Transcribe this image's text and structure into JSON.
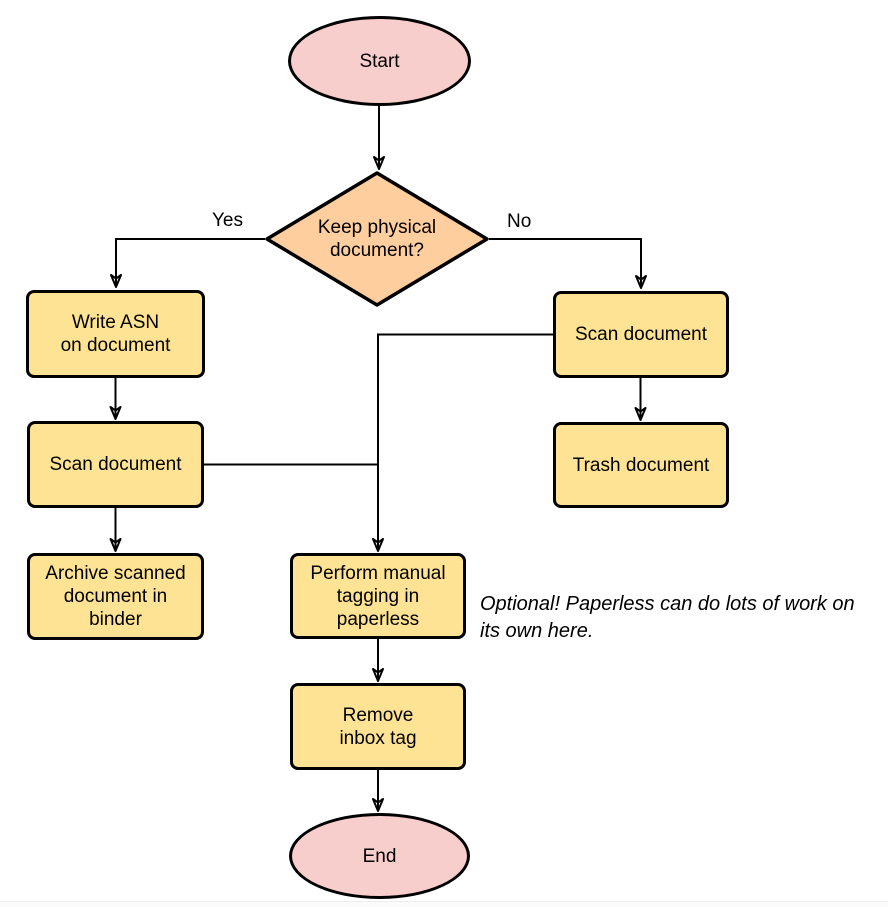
{
  "colors": {
    "background": "#ffffff",
    "stroke": "#000000",
    "terminal_fill": "#f8cecc",
    "decision_fill": "#ffce9e",
    "process_fill": "#ffe394",
    "footer_line": "#eceef0"
  },
  "nodes": {
    "start": {
      "type": "terminal",
      "label": "Start"
    },
    "decision": {
      "type": "decision",
      "label": "Keep physical\ndocument?"
    },
    "write_asn": {
      "type": "process",
      "label": "Write ASN\non document"
    },
    "scan_left": {
      "type": "process",
      "label": "Scan document"
    },
    "archive": {
      "type": "process",
      "label": "Archive scanned\ndocument in\nbinder"
    },
    "scan_right": {
      "type": "process",
      "label": "Scan document"
    },
    "trash": {
      "type": "process",
      "label": "Trash document"
    },
    "tagging": {
      "type": "process",
      "label": "Perform manual\ntagging in\npaperless"
    },
    "remove_inbox": {
      "type": "process",
      "label": "Remove\ninbox tag"
    },
    "end": {
      "type": "terminal",
      "label": "End"
    }
  },
  "edge_labels": {
    "yes": "Yes",
    "no": "No"
  },
  "note": {
    "text": "Optional! Paperless can do lots of work on\nits own here."
  }
}
